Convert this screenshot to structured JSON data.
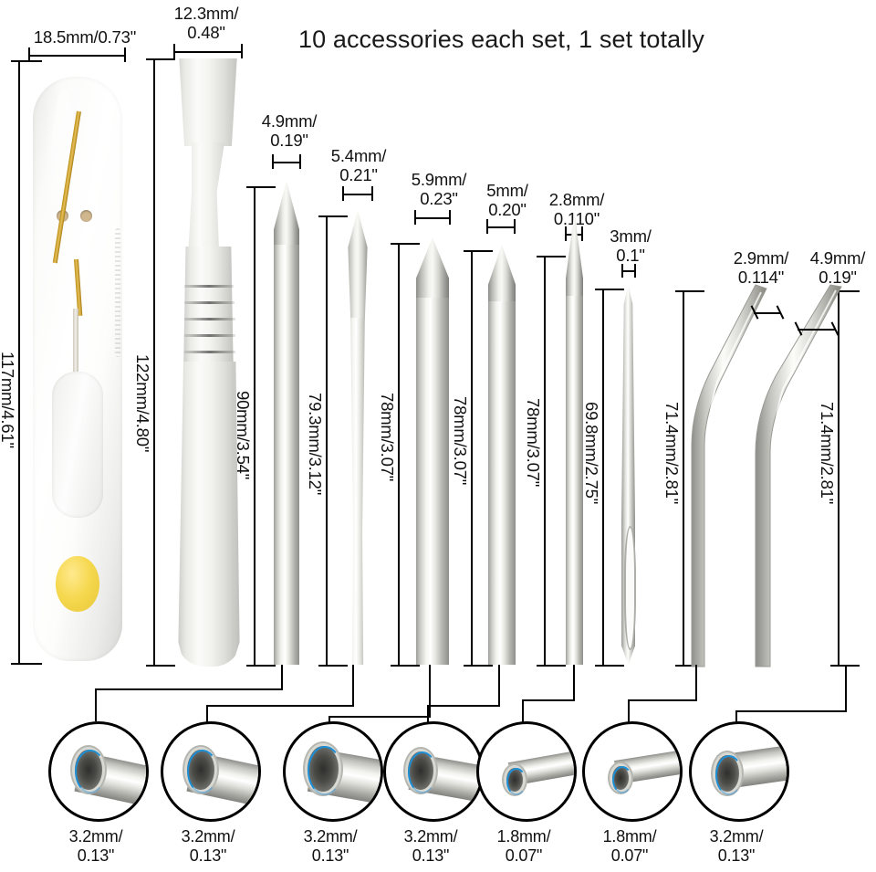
{
  "title": "10 accessories each set, 1 set totally",
  "tools": [
    {
      "name": "seam-ripper",
      "width_label": "18.5mm/0.73\"",
      "length_label": "117mm/4.61\""
    },
    {
      "name": "metal-spatula",
      "width_label": "12.3mm/\n0.48\"",
      "length_label": "122mm/4.80\""
    },
    {
      "name": "awl-1",
      "width_label": "4.9mm/\n0.19\"",
      "length_label": "90mm/3.54\""
    },
    {
      "name": "awl-2-flat",
      "width_label": "5.4mm/\n0.21\"",
      "length_label": "79.3mm/3.12\""
    },
    {
      "name": "awl-3",
      "width_label": "5.9mm/\n0.23\"",
      "length_label": "78mm/3.07\""
    },
    {
      "name": "awl-4",
      "width_label": "5mm/\n0.20\"",
      "length_label": "78mm/3.07\""
    },
    {
      "name": "awl-5",
      "width_label": "2.8mm/\n0.110\"",
      "length_label": "78mm/3.07\""
    },
    {
      "name": "sewing-needle",
      "width_label": "3mm/\n0.1\"",
      "length_label": "69.8mm/2.75\""
    },
    {
      "name": "bent-tool-1",
      "width_label": "2.9mm/\n0.114\"",
      "length_label": "71.4mm/2.81\""
    },
    {
      "name": "bent-tool-2",
      "width_label": "4.9mm/\n0.19\"",
      "length_label": "71.4mm/2.81\""
    }
  ],
  "sockets": [
    {
      "label": "3.2mm/\n0.13\""
    },
    {
      "label": "3.2mm/\n0.13\""
    },
    {
      "label": "3.2mm/\n0.13\""
    },
    {
      "label": "3.2mm/\n0.13\""
    },
    {
      "label": "1.8mm/\n0.07\""
    },
    {
      "label": "1.8mm/\n0.07\""
    },
    {
      "label": "3.2mm/\n0.13\""
    }
  ],
  "colors": {
    "line": "#000000",
    "text": "#111111",
    "cap_orange": "#f5b01c",
    "thread_blue": "#1d8fd6",
    "metal": "#d8d8d4",
    "background": "#ffffff"
  }
}
